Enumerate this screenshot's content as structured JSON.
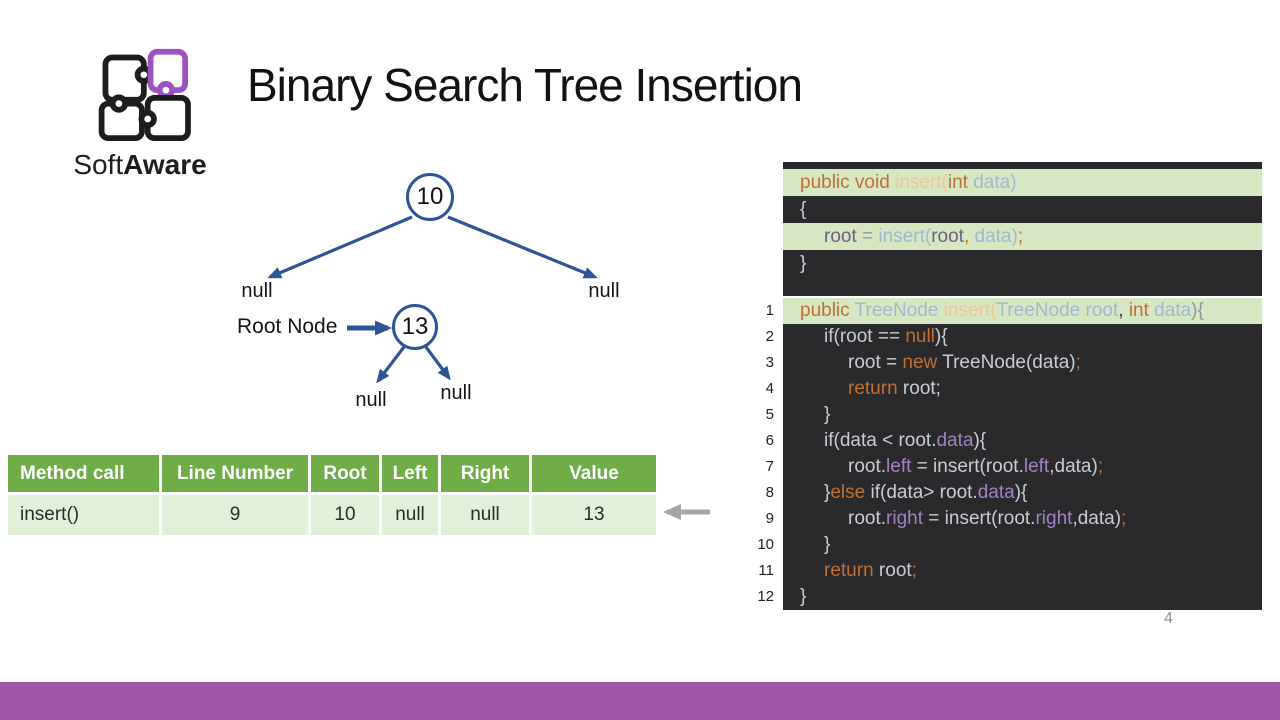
{
  "title": "Binary Search Tree Insertion",
  "page_number": "4",
  "logo": {
    "soft": "Soft",
    "aware": "Aware"
  },
  "tree": {
    "root_value": "10",
    "child_value": "13",
    "root_node_label": "Root Node",
    "nulls": [
      "null",
      "null",
      "null",
      "null"
    ]
  },
  "table": {
    "headers": [
      "Method call",
      "Line Number",
      "Root",
      "Left",
      "Right",
      "Value"
    ],
    "rows": [
      [
        "insert()",
        "9",
        "10",
        "null",
        "null",
        "13"
      ]
    ]
  },
  "code_block1": {
    "lines": [
      {
        "hl": true,
        "ind": 0,
        "seg": [
          [
            "public void ",
            "kw"
          ],
          [
            "insert(",
            "mth"
          ],
          [
            "int",
            "kw"
          ],
          [
            " data",
            "typ"
          ],
          [
            ")",
            "typ"
          ]
        ]
      },
      {
        "hl": false,
        "ind": 0,
        "seg": [
          [
            "{",
            "pln"
          ]
        ]
      },
      {
        "hl": true,
        "ind": 1,
        "seg": [
          [
            "root",
            "fldg"
          ],
          [
            " = ",
            "gry"
          ],
          [
            "insert(",
            "typ"
          ],
          [
            "root",
            "fldg"
          ],
          [
            ",",
            "kw"
          ],
          [
            " data",
            "typ"
          ],
          [
            ")",
            "typ"
          ],
          [
            ";",
            "kw"
          ]
        ]
      },
      {
        "hl": false,
        "ind": 0,
        "seg": [
          [
            "}",
            "pln"
          ]
        ]
      }
    ]
  },
  "code_block2": {
    "line_numbers": [
      "1",
      "2",
      "3",
      "4",
      "5",
      "6",
      "7",
      "8",
      "9",
      "10",
      "11",
      "12"
    ],
    "lines": [
      {
        "hl": true,
        "ind": 0,
        "seg": [
          [
            "public ",
            "kw"
          ],
          [
            "TreeNode ",
            "typ"
          ],
          [
            "insert(",
            "mth"
          ],
          [
            "TreeNode root",
            "typ"
          ],
          [
            ", ",
            "drk"
          ],
          [
            "int",
            "kw"
          ],
          [
            " data",
            "typ"
          ],
          [
            "){",
            "gry"
          ]
        ]
      },
      {
        "hl": false,
        "ind": 1,
        "seg": [
          [
            "if(root == ",
            "pln"
          ],
          [
            "null",
            "kw"
          ],
          [
            "){",
            "pln"
          ]
        ]
      },
      {
        "hl": false,
        "ind": 2,
        "seg": [
          [
            "root = ",
            "pln"
          ],
          [
            "new",
            "kw"
          ],
          [
            " TreeNode(data)",
            "pln"
          ],
          [
            ";",
            "kw"
          ]
        ]
      },
      {
        "hl": false,
        "ind": 2,
        "seg": [
          [
            "return",
            "kw"
          ],
          [
            " root;",
            "pln"
          ]
        ]
      },
      {
        "hl": false,
        "ind": 1,
        "seg": [
          [
            "}",
            "pln"
          ]
        ]
      },
      {
        "hl": false,
        "ind": 1,
        "seg": [
          [
            "if(data < root.",
            "pln"
          ],
          [
            "data",
            "fld"
          ],
          [
            "){",
            "pln"
          ]
        ]
      },
      {
        "hl": false,
        "ind": 2,
        "seg": [
          [
            "root.",
            "pln"
          ],
          [
            "left",
            "fld"
          ],
          [
            " = insert(root.",
            "pln"
          ],
          [
            "left",
            "fld"
          ],
          [
            ",data)",
            "pln"
          ],
          [
            ";",
            "kw"
          ]
        ]
      },
      {
        "hl": false,
        "ind": 1,
        "seg": [
          [
            "}",
            "pln"
          ],
          [
            "else",
            "kw"
          ],
          [
            " if(data> root.",
            "pln"
          ],
          [
            "data",
            "fld"
          ],
          [
            "){",
            "pln"
          ]
        ]
      },
      {
        "hl": false,
        "ind": 2,
        "seg": [
          [
            "root.",
            "pln"
          ],
          [
            "right",
            "fld"
          ],
          [
            " = insert(root.",
            "pln"
          ],
          [
            "right",
            "fld"
          ],
          [
            ",data)",
            "pln"
          ],
          [
            ";",
            "kw"
          ]
        ]
      },
      {
        "hl": false,
        "ind": 1,
        "seg": [
          [
            "}",
            "pln"
          ]
        ]
      },
      {
        "hl": false,
        "ind": 1,
        "seg": [
          [
            "return",
            "kw"
          ],
          [
            " root",
            "pln"
          ],
          [
            ";",
            "kw"
          ]
        ]
      },
      {
        "hl": false,
        "ind": 0,
        "seg": [
          [
            "}",
            "pln"
          ]
        ]
      }
    ]
  },
  "colors": {
    "keyword": "#BE6F34",
    "method": "#EFC896",
    "type": "#9FB9D2",
    "field": "#A381C2",
    "field_on_green": "#6F5E86",
    "plain": "#C9CDD3",
    "muted": "#8E97A2",
    "dark": "#383C40",
    "code_background": "#2A2A2C",
    "highlight_green": "#D7E7C1",
    "table_header_green": "#70AD47",
    "table_row_green": "#E2EFD9",
    "tree_blue": "#2E5596",
    "bottom_bar_purple": "#9D55A4",
    "pointer_gray": "#A6A6A6",
    "logo_purple": "#9C53C1"
  }
}
